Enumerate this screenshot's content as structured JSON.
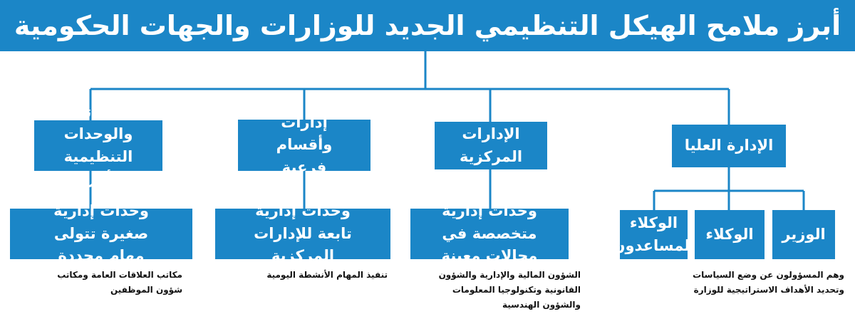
{
  "title": "أبرز ملامح الهيكل التنظيمي الجديد للوزارات والجهات الحكومية",
  "level1": {
    "top_management": "الإدارة العليا",
    "central_departments": "الإدارات المركزية",
    "sub_departments": "إدارات وأقسام فرعية",
    "other_offices": "المكاتب والوحدات التنظيمية الأخرى"
  },
  "level2": {
    "minister": "الوزير",
    "undersecretaries": "الوكلاء",
    "assistant_undersecretaries": "الوكلاء المساعدون",
    "specialized_units": "وحدات إدارية متخصصة في مجالات معينة",
    "affiliated_units": "وحدات إدارية تابعة للإدارات المركزية",
    "small_units": "وحدات إدارية صغيرة تتولى مهام محددة"
  },
  "notes": {
    "top_management": "وهم المسؤولون عن وضع السياسات وتحديد الأهداف الاستراتيجية للوزارة",
    "central_departments": "الشؤون المالية والإدارية والشؤون القانونية وتكنولوجيا المعلومات والشؤون الهندسية",
    "sub_departments": "تنفيذ المهام الأنشطة اليومية",
    "other_offices": "مكاتب العلاقات العامة ومكاتب شؤون الموظفين"
  },
  "colors": {
    "primary": "#1b86c7",
    "background": "#ffffff",
    "text": "#111111"
  }
}
